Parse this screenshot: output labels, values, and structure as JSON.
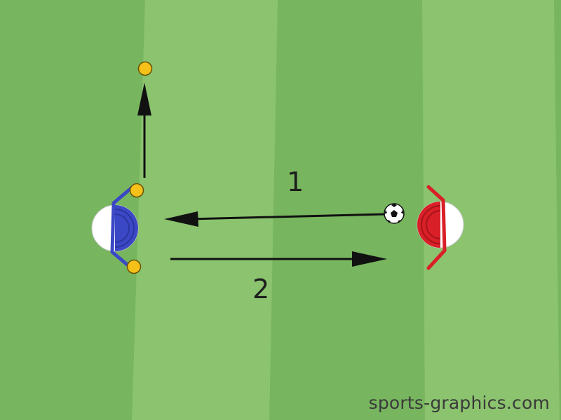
{
  "diagram": {
    "pass_labels": {
      "first": "1",
      "second": "2"
    },
    "watermark": "sports-graphics.com",
    "colors": {
      "stripe_dark": "#77b55f",
      "stripe_light": "#8bc36e",
      "arrow": "#111111",
      "cone": "#f6c21a",
      "cone_edge": "#6a5200",
      "player_left": "#3b48c6",
      "player_right": "#d91f27",
      "ball": "#ffffff"
    },
    "icons": [
      "soccer-ball-icon",
      "player-blue-icon",
      "player-red-icon",
      "cone-icon",
      "arrow-icon"
    ]
  }
}
